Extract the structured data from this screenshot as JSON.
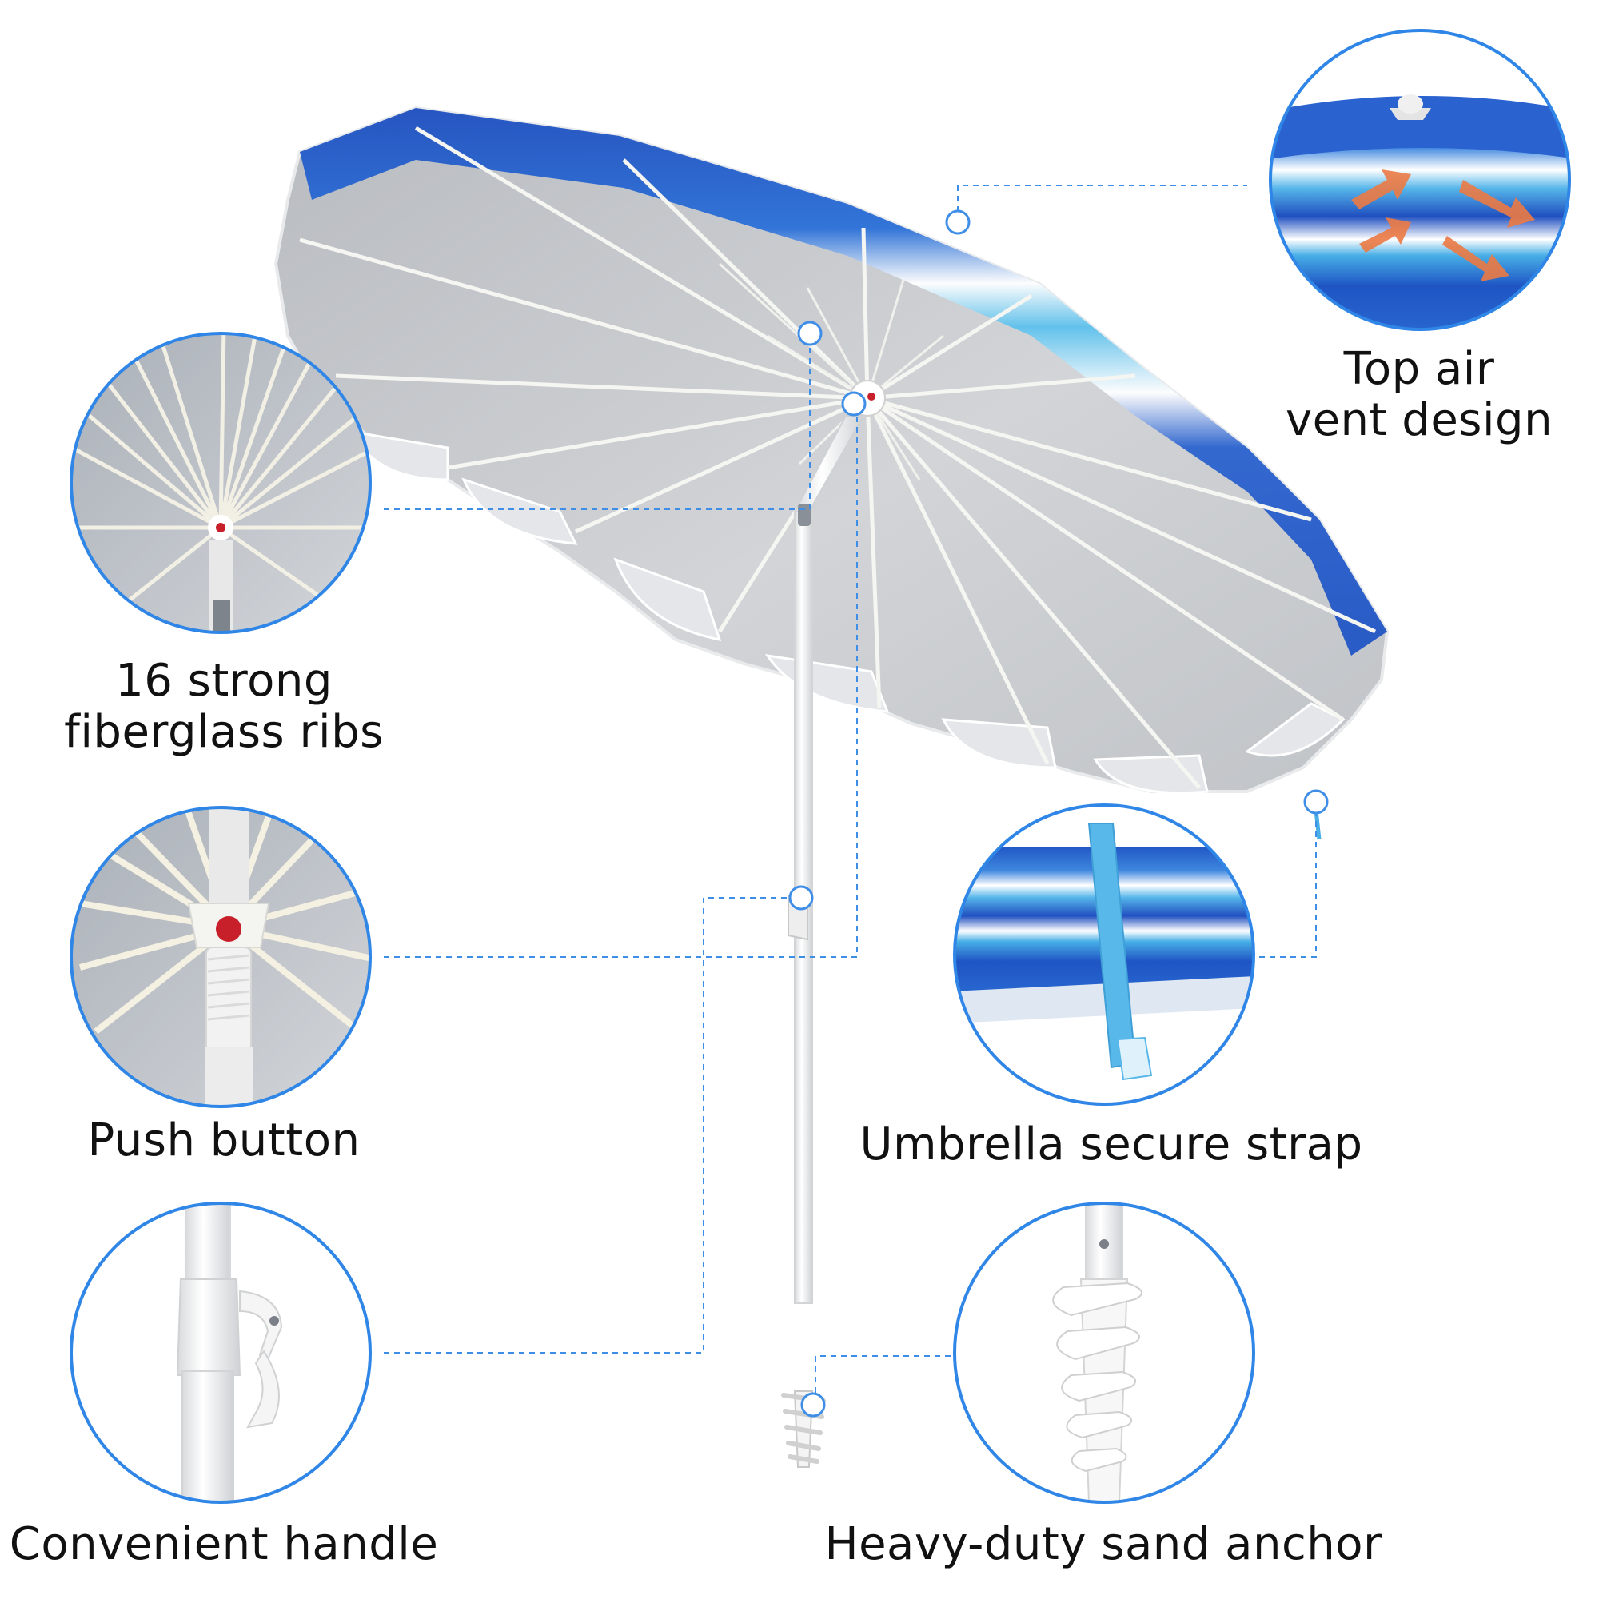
{
  "features": {
    "top_air_vent": {
      "line1": "Top air",
      "line2": "vent design"
    },
    "ribs": {
      "line1": "16 strong",
      "line2": "fiberglass ribs"
    },
    "push_button": {
      "label": "Push button"
    },
    "secure_strap": {
      "label": "Umbrella secure strap"
    },
    "handle": {
      "label": "Convenient handle"
    },
    "sand_anchor": {
      "label": "Heavy-duty sand anchor"
    }
  },
  "colors": {
    "callout_line": "#3e8ee8",
    "circle_border": "#2f86e6",
    "canopy_blue": "#2058c4",
    "canopy_light_blue": "#47aee6",
    "canopy_underside": "#c6c8cc",
    "pole": "#f7f7f7",
    "arrow_orange": "#ec7a44"
  }
}
